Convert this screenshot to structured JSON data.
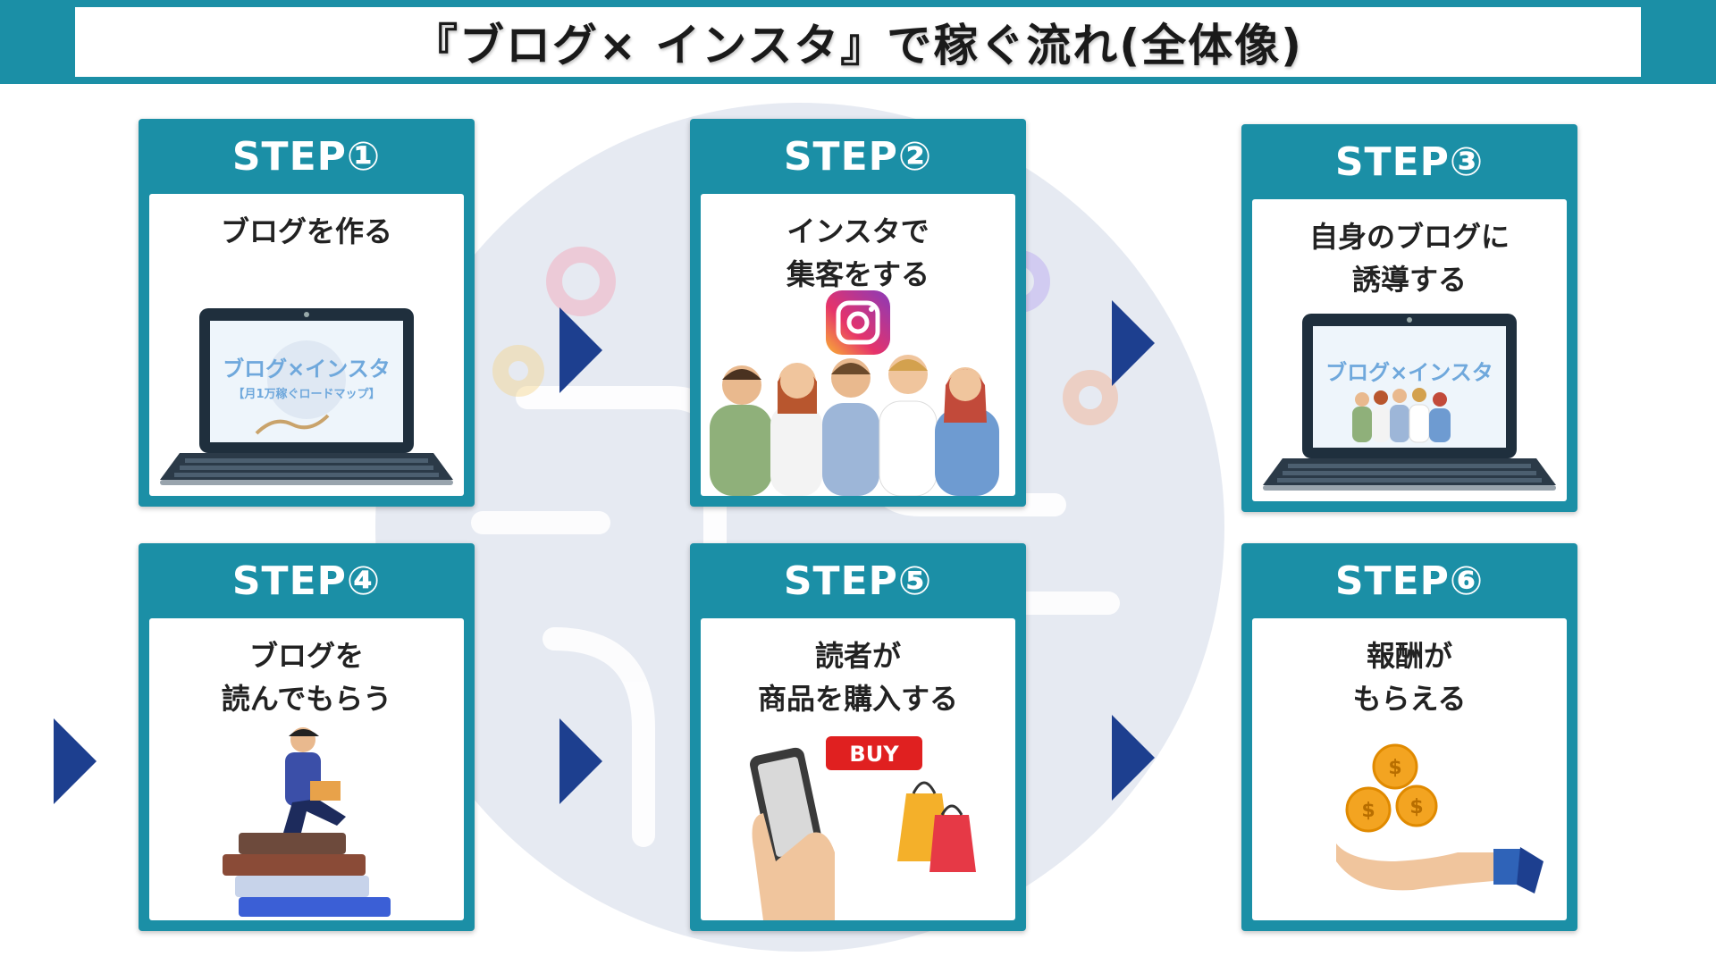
{
  "title": "『ブログ× インスタ』で稼ぐ流れ(全体像)",
  "steps": [
    {
      "label": "STEP①",
      "lines": [
        "ブログを作る"
      ],
      "illustration": "laptop-blog-icon"
    },
    {
      "label": "STEP②",
      "lines": [
        "インスタで",
        "集客をする"
      ],
      "illustration": "instagram-people-icon"
    },
    {
      "label": "STEP③",
      "lines": [
        "自身のブログに",
        "誘導する"
      ],
      "illustration": "laptop-people-icon"
    },
    {
      "label": "STEP④",
      "lines": [
        "ブログを",
        "読んでもらう"
      ],
      "illustration": "reading-books-icon"
    },
    {
      "label": "STEP⑤",
      "lines": [
        "読者が",
        "商品を購入する"
      ],
      "illustration": "phone-shopping-icon"
    },
    {
      "label": "STEP⑥",
      "lines": [
        "報酬が",
        "もらえる"
      ],
      "illustration": "coins-hand-icon"
    }
  ],
  "laptop_screen": {
    "title": "ブログ×インスタ",
    "subtitle": "【月1万稼ぐロードマップ】"
  },
  "buy_label": "BUY",
  "colors": {
    "teal": "#1b8fa6",
    "arrow": "#1d3f8f",
    "title_text": "#1a1a1a",
    "screen_text": "#6fa8dc"
  }
}
